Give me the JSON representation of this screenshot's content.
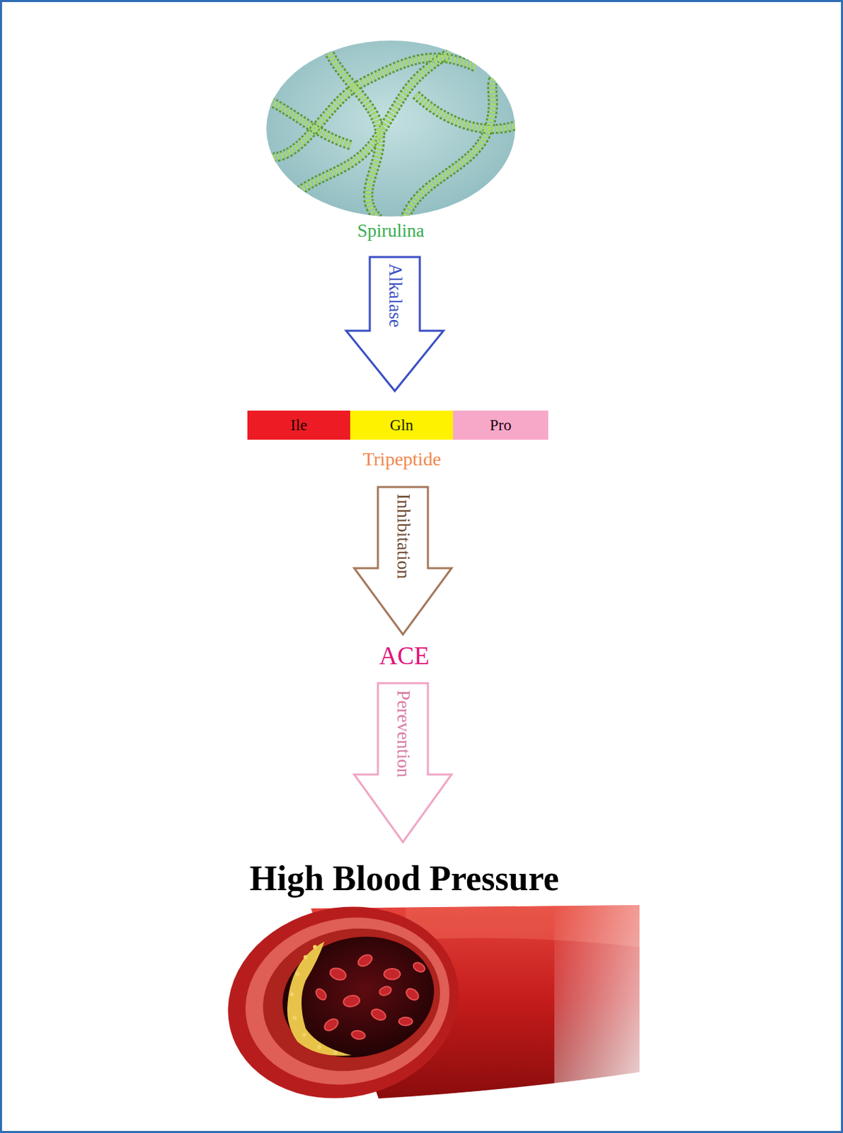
{
  "diagram": {
    "nodes": [
      {
        "text": [
          "Spirulina"
        ]
      },
      {
        "text": [
          "Tripeptide"
        ]
      },
      {
        "text": [
          "Ile"
        ],
        "in": 1
      },
      {
        "text": [
          "Gln"
        ],
        "in": 1
      },
      {
        "text": [
          "Pro"
        ],
        "in": 1
      },
      {
        "text": [
          "ACE"
        ]
      },
      {
        "text": [
          "High Blood Pressure"
        ]
      }
    ],
    "edges": [
      {
        "from": 0,
        "to": 1,
        "label": "Alkalase",
        "arrow": "to"
      },
      {
        "from": 1,
        "to": 5,
        "label": "Inhibitation",
        "arrow": "to"
      },
      {
        "from": 5,
        "to": 6,
        "label": "Perevention",
        "arrow": "to"
      }
    ]
  }
}
